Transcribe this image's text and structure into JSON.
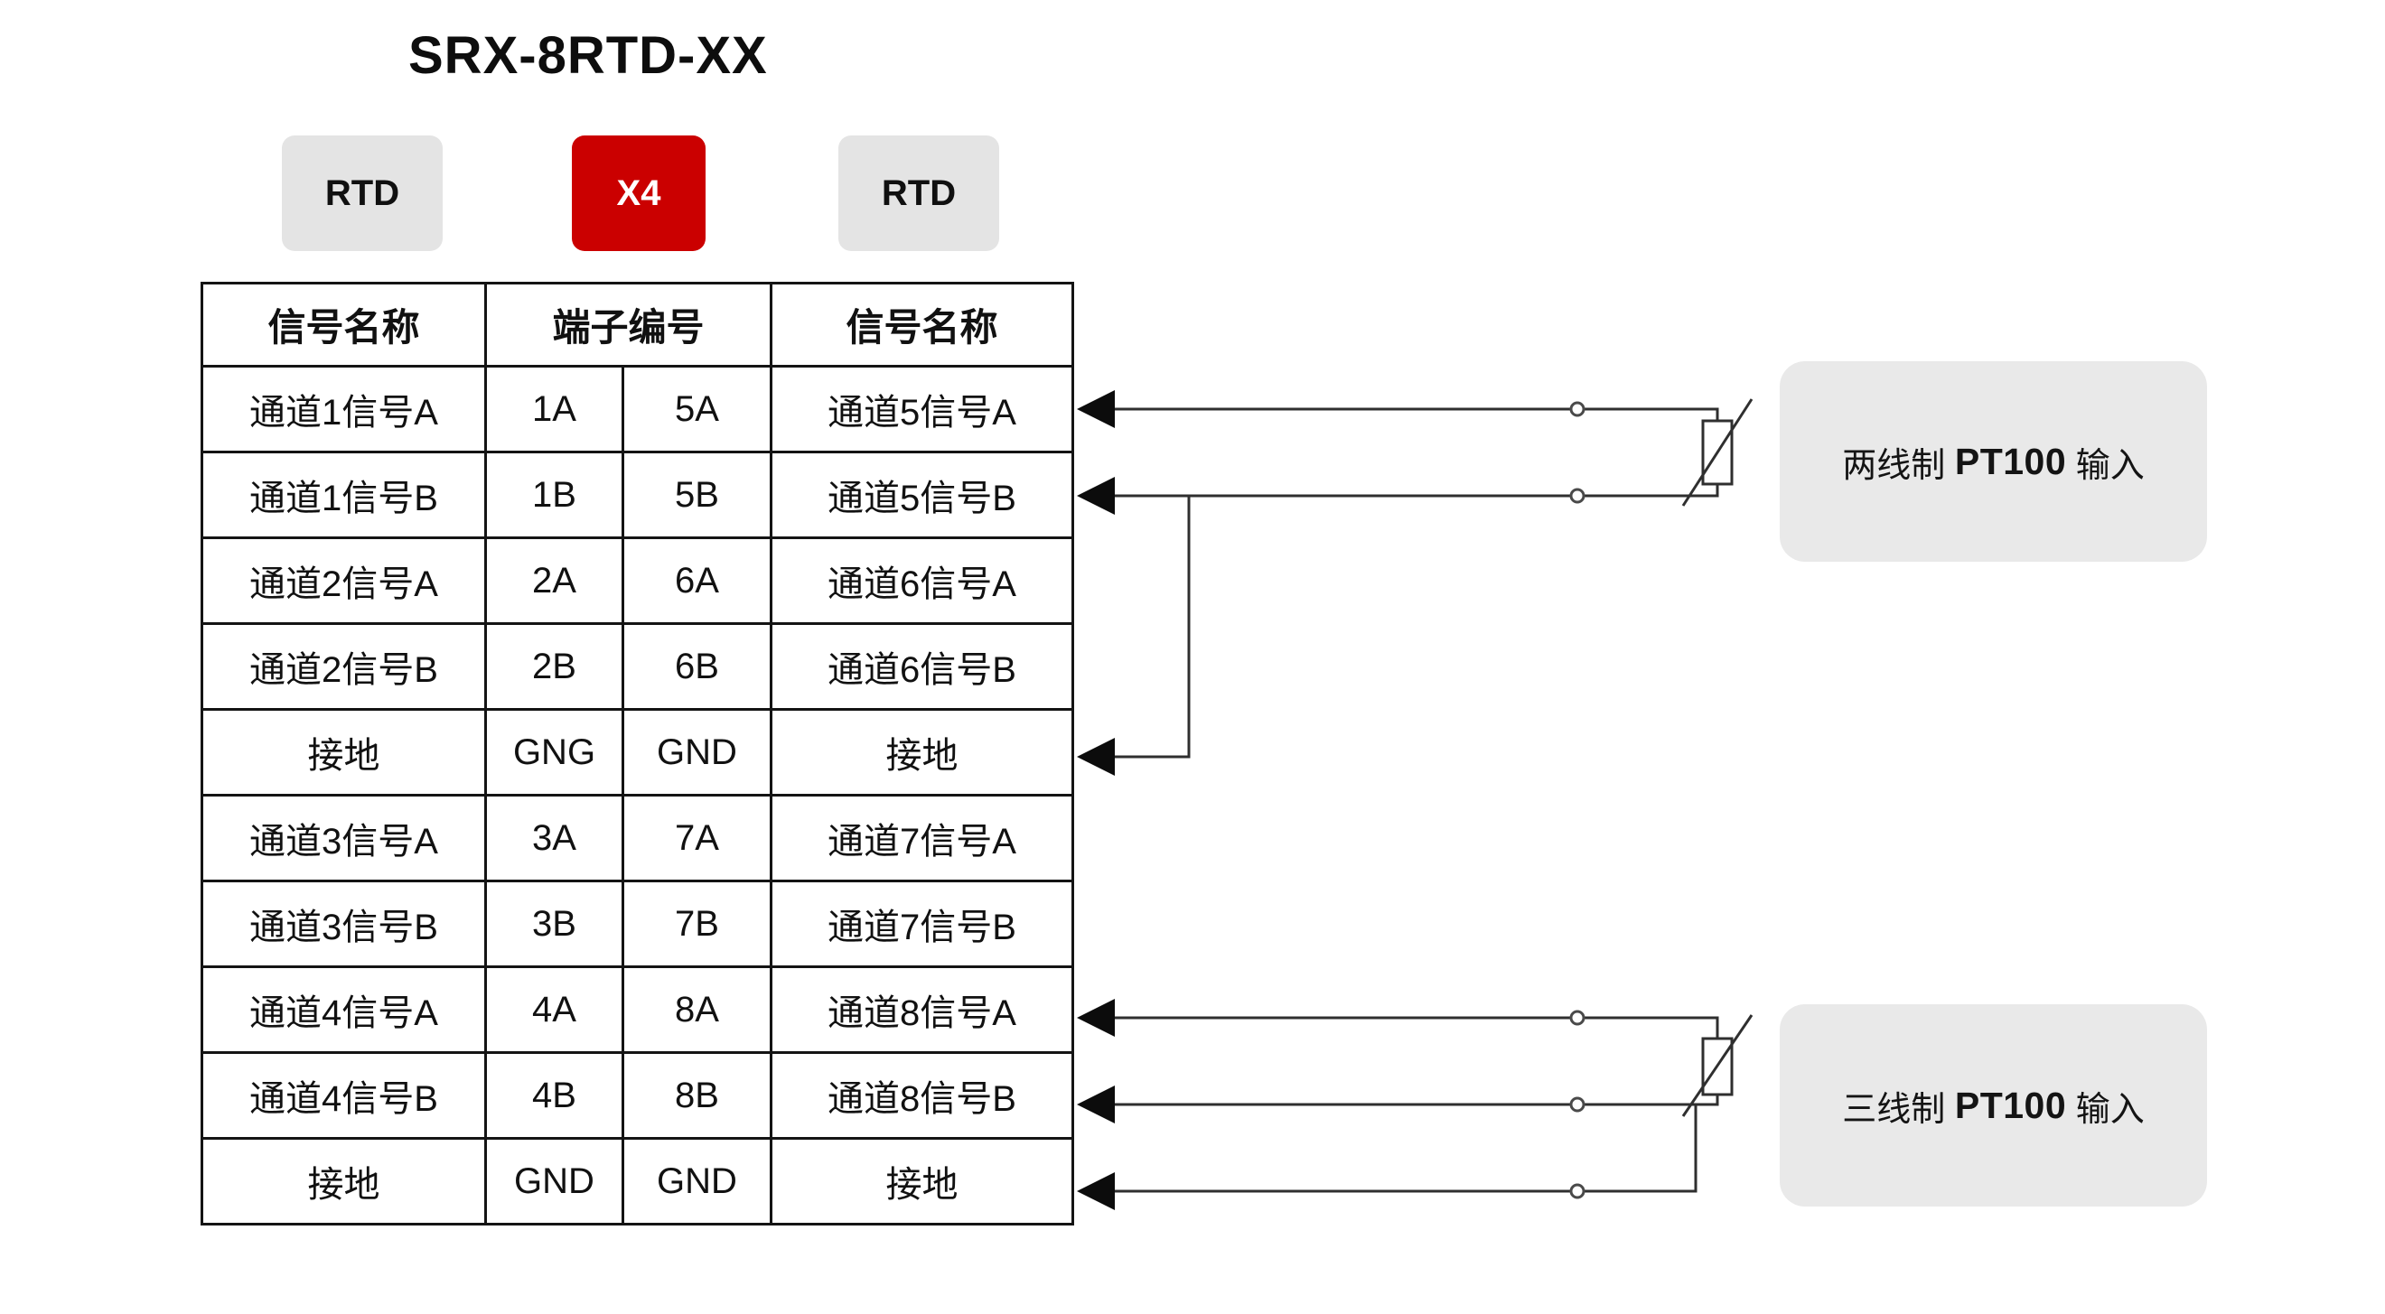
{
  "title": "SRX-8RTD-XX",
  "badges": [
    {
      "label": "RTD",
      "style": "gray"
    },
    {
      "label": "X4",
      "style": "red"
    },
    {
      "label": "RTD",
      "style": "gray"
    }
  ],
  "table": {
    "headers": [
      "信号名称",
      "端子编号",
      "信号名称"
    ],
    "rows": [
      {
        "left": "通道1信号A",
        "t1": "1A",
        "t2": "5A",
        "right": "通道5信号A",
        "arrow": true
      },
      {
        "left": "通道1信号B",
        "t1": "1B",
        "t2": "5B",
        "right": "通道5信号B",
        "arrow": true
      },
      {
        "left": "通道2信号A",
        "t1": "2A",
        "t2": "6A",
        "right": "通道6信号A",
        "arrow": false
      },
      {
        "left": "通道2信号B",
        "t1": "2B",
        "t2": "6B",
        "right": "通道6信号B",
        "arrow": false
      },
      {
        "left": "接地",
        "t1": "GNG",
        "t2": "GND",
        "right": "接地",
        "arrow": true
      },
      {
        "left": "通道3信号A",
        "t1": "3A",
        "t2": "7A",
        "right": "通道7信号A",
        "arrow": false
      },
      {
        "left": "通道3信号B",
        "t1": "3B",
        "t2": "7B",
        "right": "通道7信号B",
        "arrow": false
      },
      {
        "left": "通道4信号A",
        "t1": "4A",
        "t2": "8A",
        "right": "通道8信号A",
        "arrow": true
      },
      {
        "left": "通道4信号B",
        "t1": "4B",
        "t2": "8B",
        "right": "通道8信号B",
        "arrow": true
      },
      {
        "left": "接地",
        "t1": "GND",
        "t2": "GND",
        "right": "接地",
        "arrow": true
      }
    ]
  },
  "annotations": {
    "two_wire": {
      "prefix": "两线制 ",
      "bold": "PT100",
      "suffix": " 输入"
    },
    "three_wire": {
      "prefix": "三线制 ",
      "bold": "PT100",
      "suffix": " 输入"
    }
  },
  "colors": {
    "badge_red": "#cb0000",
    "badge_gray": "#e4e4e4",
    "annotation_bg": "#e9e9e9",
    "table_border": "#141414",
    "wire": "#2f2f2f",
    "text": "#111111"
  }
}
